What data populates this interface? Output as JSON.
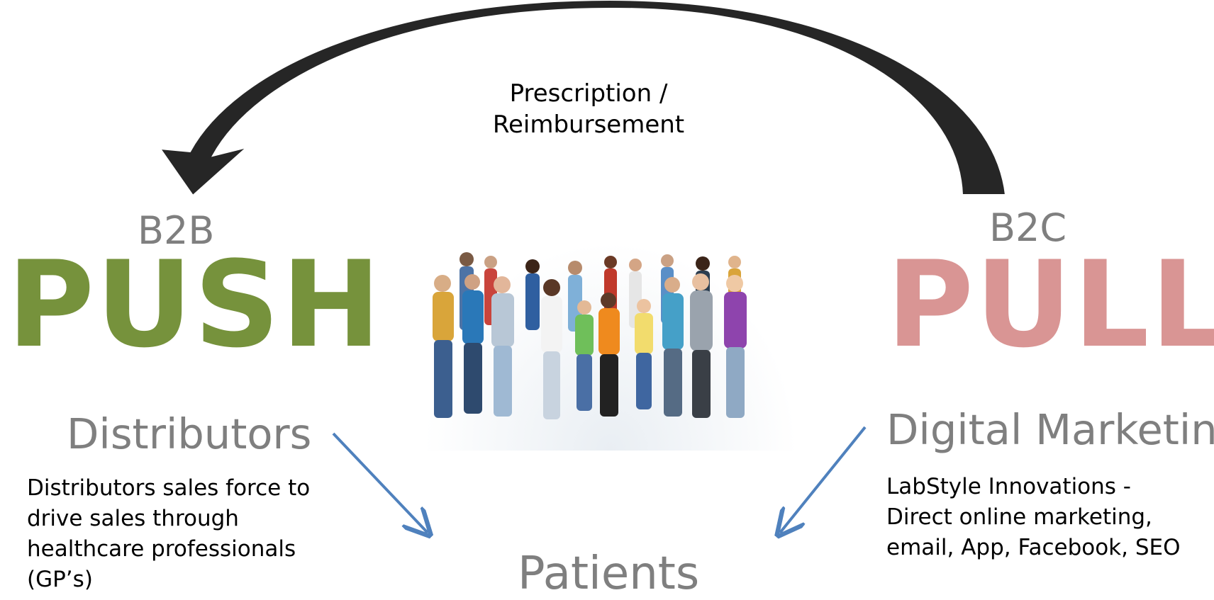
{
  "colors": {
    "push_green": "#76923c",
    "pull_pink": "#d99594",
    "gray_text": "#7f7f7f",
    "arrow_blue": "#4f81bd",
    "curved_arrow": "#262626"
  },
  "cycle": {
    "caption": "Prescription /\nReimbursement"
  },
  "left": {
    "tag": "B2B",
    "word": "PUSH",
    "channel": "Distributors",
    "description": "Distributors sales force to drive sales through healthcare professionals (GP’s)"
  },
  "right": {
    "tag": "B2C",
    "word": "PULL",
    "channel": "Digital Marketing",
    "description": "LabStyle Innovations - Direct online marketing, email, App, Facebook, SEO"
  },
  "center": {
    "target": "Patients",
    "photo_icon": "group-of-people-photo"
  }
}
